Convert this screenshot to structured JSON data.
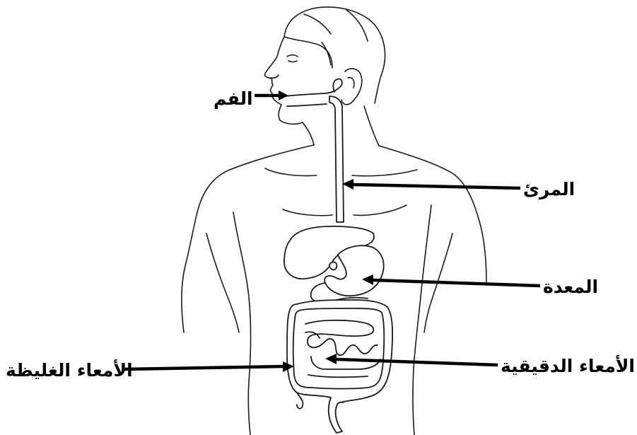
{
  "labels": {
    "mouth": "الفم",
    "esophagus": "المرئ",
    "stomach": "المعدة",
    "small_intestine": "الأمعاء الدقيقية",
    "large_intestine": "الأمعاء الغليظة"
  }
}
